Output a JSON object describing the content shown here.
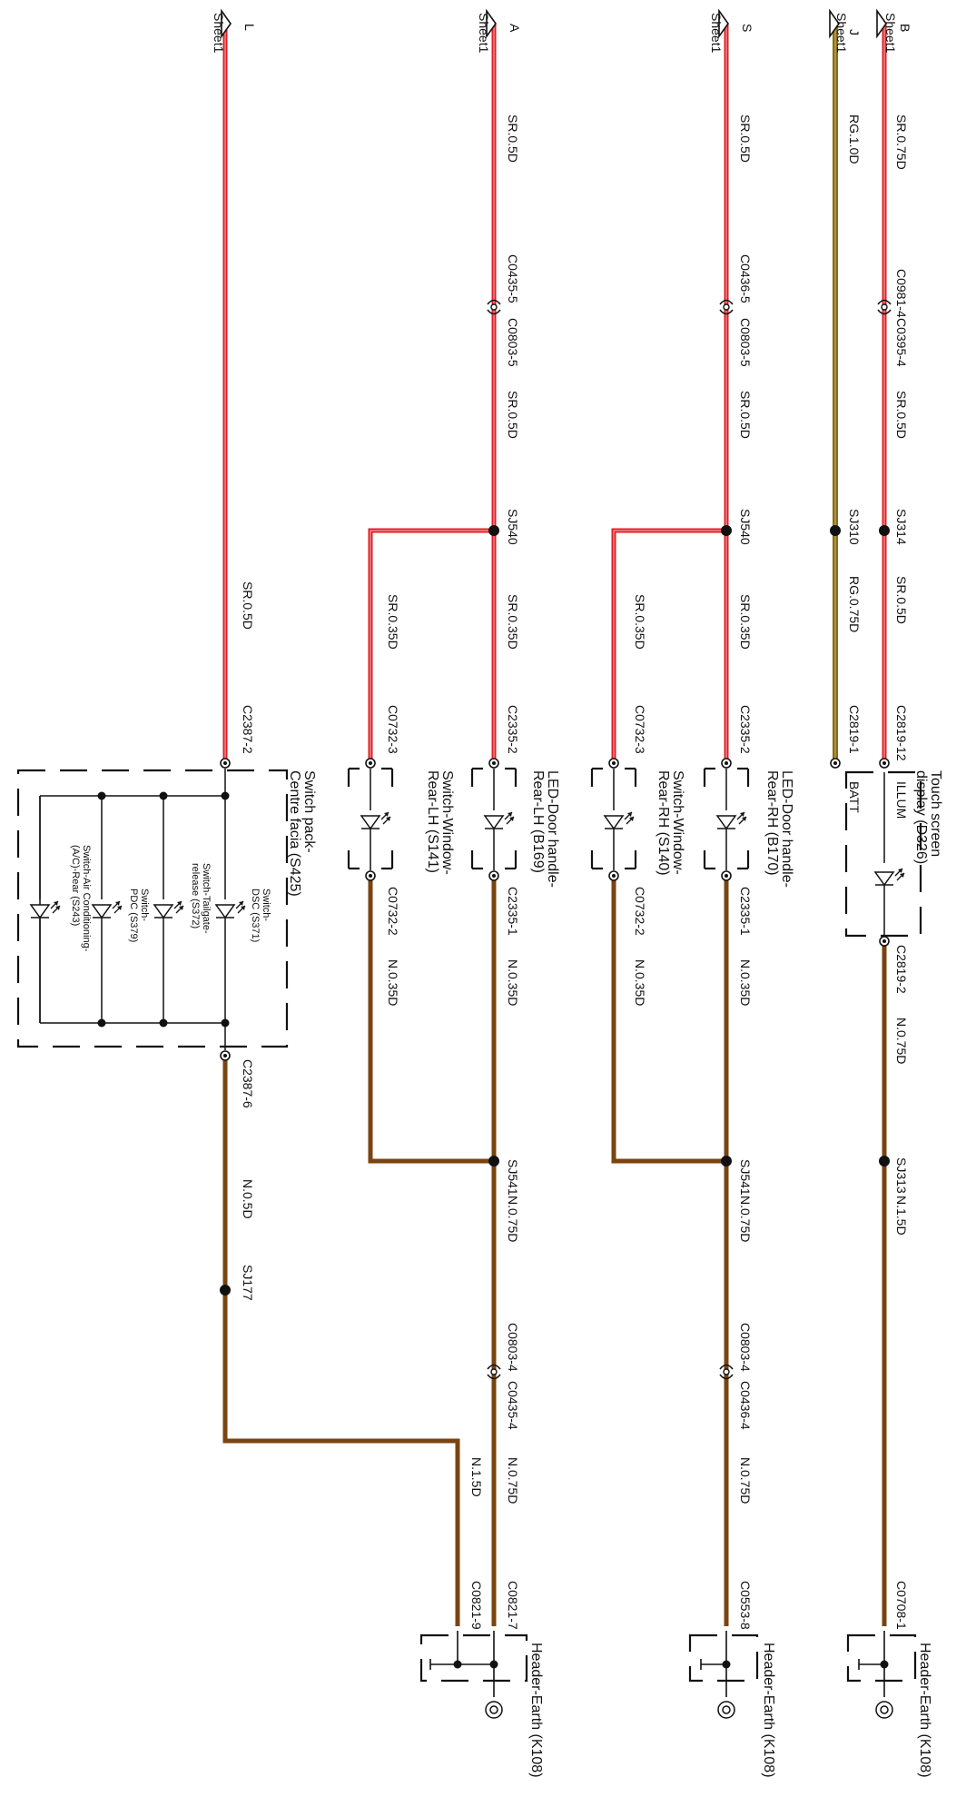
{
  "colors": {
    "red_wire": "#dd1f26",
    "red_wire_core": "#f2a0a0",
    "brown_wire": "#7a4410",
    "yellow_green_wire": "#8a6a1a",
    "ink": "#111111"
  },
  "sheet_refs": [
    {
      "letter": "B",
      "sheet": "Sheet1"
    },
    {
      "letter": "J",
      "sheet": "Sheet1"
    },
    {
      "letter": "S",
      "sheet": "Sheet1"
    },
    {
      "letter": "A",
      "sheet": "Sheet1"
    },
    {
      "letter": "L",
      "sheet": "Sheet1"
    }
  ],
  "wire_labels": {
    "b1": "SR.0.75D",
    "b2": "SR.0.5D",
    "b3": "SR.0.5D",
    "b4": "N.0.75D",
    "b5": "N.1.5D",
    "j1": "RG.1.0D",
    "j2": "RG.0.75D",
    "s1": "SR.0.5D",
    "s2": "SR.0.5D",
    "s3": "SR.0.35D",
    "s4": "SR.0.35D",
    "s5": "N.0.35D",
    "s6": "N.0.35D",
    "s7": "N.0.75D",
    "s8": "N.0.75D",
    "a1": "SR.0.5D",
    "a2": "SR.0.5D",
    "a3": "SR.0.35D",
    "a4": "SR.0.35D",
    "a5": "N.0.35D",
    "a6": "N.0.35D",
    "a7": "N.0.75D",
    "a8": "N.0.75D",
    "l1": "SR.0.5D",
    "l2": "N.0.5D",
    "l3": "N.1.5D"
  },
  "connectors": {
    "b_c0981": "C0981-4",
    "b_c0395": "C0395-4",
    "b_c2819_12": "C2819-12",
    "b_c2819_2": "C2819-2",
    "b_c0708": "C0708-1",
    "j_c2819_1": "C2819-1",
    "s_c0436_5": "C0436-5",
    "s_c0803_5": "C0803-5",
    "s_c2335_2": "C2335-2",
    "s_c0732_3": "C0732-3",
    "s_c2335_1": "C2335-1",
    "s_c0732_2": "C0732-2",
    "s_c0803_4": "C0803-4",
    "s_c0436_4": "C0436-4",
    "s_c0553": "C0553-8",
    "a_c0435_5": "C0435-5",
    "a_c0803_5": "C0803-5",
    "a_c2335_2": "C2335-2",
    "a_c0732_3": "C0732-3",
    "a_c2335_1": "C2335-1",
    "a_c0732_2": "C0732-2",
    "a_c0803_4": "C0803-4",
    "a_c0435_4": "C0435-4",
    "a_c0821_7": "C0821-7",
    "a_c0821_9": "C0821-9",
    "l_c2387_2": "C2387-2",
    "l_c2387_6": "C2387-6"
  },
  "splices": {
    "sj314": "SJ314",
    "sj310": "SJ310",
    "sj313": "SJ313",
    "sj540_s": "SJ540",
    "sj541_s": "SJ541",
    "sj540_a": "SJ540",
    "sj541_a": "SJ541",
    "sj177": "SJ177"
  },
  "components": {
    "touch_screen": {
      "line1": "Touch screen",
      "line2": "display (D326)",
      "pin_illum": "ILLUM",
      "pin_batt": "BATT"
    },
    "led_rear_rh": {
      "line1": "LED-Door handle-",
      "line2": "Rear-RH (B170)"
    },
    "switch_rear_rh": {
      "line1": "Switch-Window-",
      "line2": "Rear-RH (S140)"
    },
    "led_rear_lh": {
      "line1": "LED-Door handle-",
      "line2": "Rear-LH (B169)"
    },
    "switch_rear_lh": {
      "line1": "Switch-Window-",
      "line2": "Rear-LH (S141)"
    },
    "switch_pack": {
      "line1": "Switch pack-",
      "line2": "Centre facia (S425)",
      "sub": [
        {
          "line1": "Switch-",
          "line2": "DSC (S371)"
        },
        {
          "line1": "Switch-Tailgate-",
          "line2": "release (S372)"
        },
        {
          "line1": "Switch-",
          "line2": "PDC (S379)"
        },
        {
          "line1": "Switch-Air Conditioning-",
          "line2": "(A/C)-Rear (S243)"
        }
      ]
    },
    "earth_1": "Header-Earth (K108)",
    "earth_2": "Header-Earth (K108)",
    "earth_3": "Header-Earth (K108)"
  }
}
